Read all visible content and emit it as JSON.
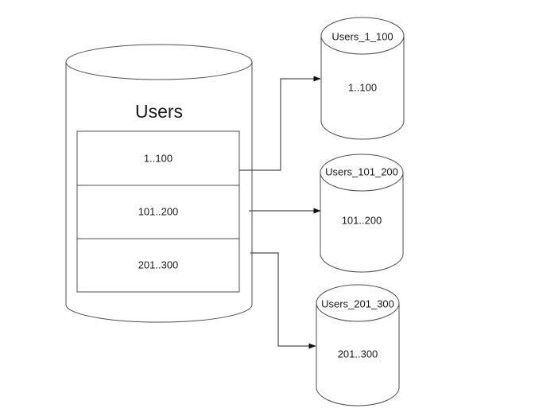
{
  "diagram": {
    "main_db": {
      "title": "Users",
      "partitions": [
        {
          "label": "1..100"
        },
        {
          "label": "101..200"
        },
        {
          "label": "201..300"
        }
      ]
    },
    "shards": [
      {
        "name": "Users_1_100",
        "range": "1..100"
      },
      {
        "name": "Users_101_200",
        "range": "101..200"
      },
      {
        "name": "Users_201_300",
        "range": "201..300"
      }
    ],
    "colors": {
      "background": "#ffffff",
      "line": "#4d4d4d",
      "text": "#1a1a1a",
      "arrowhead": "#111111"
    }
  }
}
